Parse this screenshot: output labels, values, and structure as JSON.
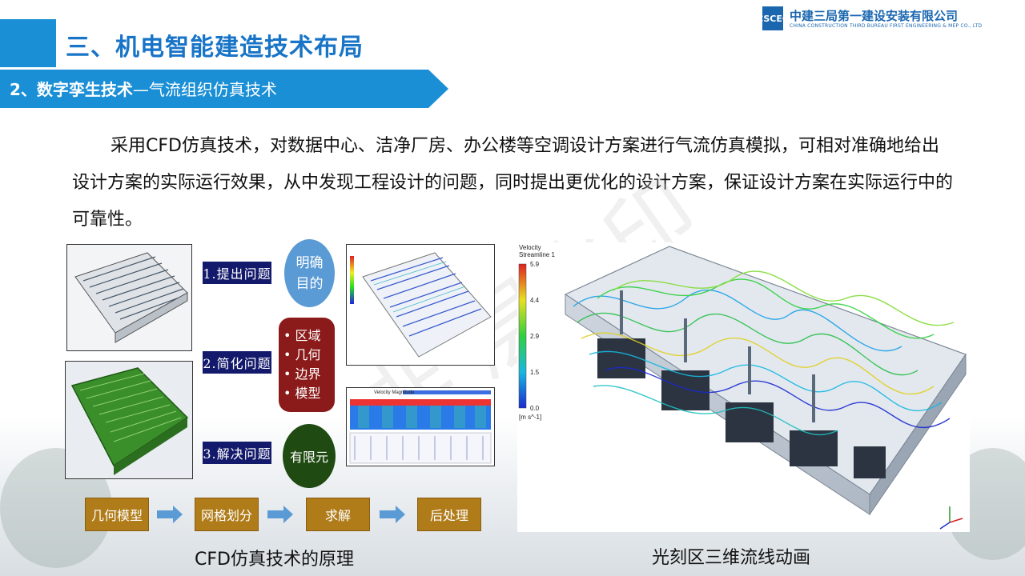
{
  "header": {
    "title": "三、机电智能建造技术布局",
    "logo_mark": "CSCEC",
    "logo_cn": "中建三局第一建设安装有限公司",
    "logo_en": "CHINA CONSTRUCTION THIRD BUREAU FIRST ENGINEERING & MEP CO., LTD"
  },
  "subtitle": {
    "bold": "2、数字孪生技术",
    "rest": "—气流组织仿真技术"
  },
  "paragraph": "采用CFD仿真技术，对数据中心、洁净厂房、办公楼等空调设计方案进行气流仿真模拟，可相对准确地给出设计方案的实际运行效果，从中发现工程设计的问题，同时提出更优化的设计方案，保证设计方案在实际运行中的可靠性。",
  "watermark": "非   层水印",
  "left_diagram": {
    "steps": [
      "1.提出问题",
      "2.简化问题",
      "3.解决问题"
    ],
    "circle_top": "明确目的",
    "bullets": [
      "区域",
      "几何",
      "边界",
      "模型"
    ],
    "circle_bottom": "有限元",
    "flow": [
      "几何模型",
      "网格划分",
      "求解",
      "后处理"
    ],
    "contour_title": "Velocity Magnitude",
    "caption": "CFD仿真技术的原理"
  },
  "right_figure": {
    "legend_title_1": "Velocity",
    "legend_title_2": "Streamline 1",
    "legend_ticks": [
      "5.9",
      "4.4",
      "2.9",
      "1.5",
      "0.0"
    ],
    "legend_unit": "[m s^-1]",
    "caption": "光刻区三维流线动画"
  },
  "colors": {
    "brand_blue": "#1a8fd6",
    "step_navy": "#141a6b",
    "flow_gold": "#b07c1a"
  }
}
